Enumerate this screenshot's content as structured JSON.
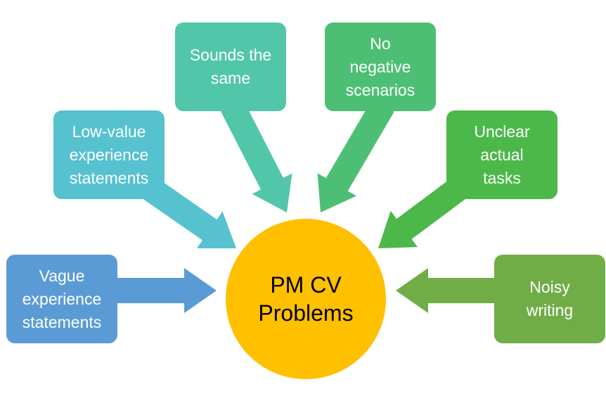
{
  "center": {
    "label": "PM CV\nProblems",
    "color": "#FFC000"
  },
  "problems": [
    {
      "id": "vague",
      "label": "Vague\nexperience\nstatements",
      "color": "#5B9BD5"
    },
    {
      "id": "low-value",
      "label": "Low-value\nexperience\nstatements",
      "color": "#56C1CF"
    },
    {
      "id": "sounds-same",
      "label": "Sounds the\nsame",
      "color": "#52C6A8"
    },
    {
      "id": "no-negative",
      "label": "No\nnegative\nscenarios",
      "color": "#4DBF74"
    },
    {
      "id": "unclear-tasks",
      "label": "Unclear\nactual\ntasks",
      "color": "#4CB84A"
    },
    {
      "id": "noisy-writing",
      "label": "Noisy\nwriting",
      "color": "#70AD47"
    }
  ]
}
